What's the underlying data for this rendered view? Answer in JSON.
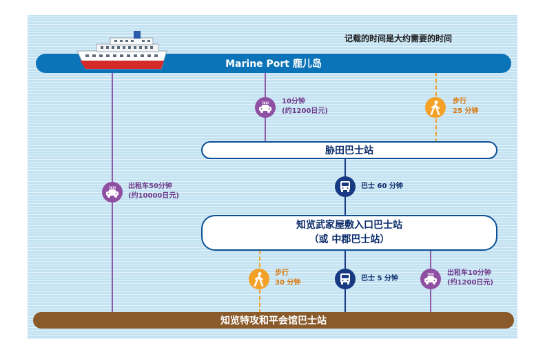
{
  "note": "记载的时间是大约需要的时间",
  "stations": {
    "port": "Marine Port 鹿儿岛",
    "wakita": "胁田巴士站",
    "chiran_line1": "知览武家屋敷入口巴士站",
    "chiran_line2": "（或 中郡巴士站）",
    "peace": "知览特攻和平会馆巴士站"
  },
  "routes": {
    "taxi_port_wakita": {
      "line1": "10分钟",
      "line2": "(约1200日元)",
      "icon": "taxi-icon"
    },
    "walk_port_wakita": {
      "line1": "步行",
      "line2": "25 分钟",
      "icon": "walk-icon"
    },
    "taxi_port_peace": {
      "line1": "出租车50分钟",
      "line2": "(约10000日元)",
      "icon": "taxi-icon"
    },
    "bus_wakita_chiran": {
      "line1": "巴士 60 分钟",
      "icon": "bus-icon"
    },
    "walk_chiran_peace": {
      "line1": "步行",
      "line2": "30 分钟",
      "icon": "walk-icon"
    },
    "bus_chiran_peace": {
      "line1": "巴士 5 分钟",
      "icon": "bus-icon"
    },
    "taxi_chiran_peace": {
      "line1": "出租车10分钟",
      "line2": "(约1200日元)",
      "icon": "taxi-icon"
    }
  },
  "colors": {
    "port_bar": "#0b74b8",
    "station_border": "#0b4f95",
    "peace_bar": "#8a5a2b",
    "taxi": "#8f4fa2",
    "bus": "#173a82",
    "walk": "#f4a128",
    "background": "#c3e2f2"
  }
}
